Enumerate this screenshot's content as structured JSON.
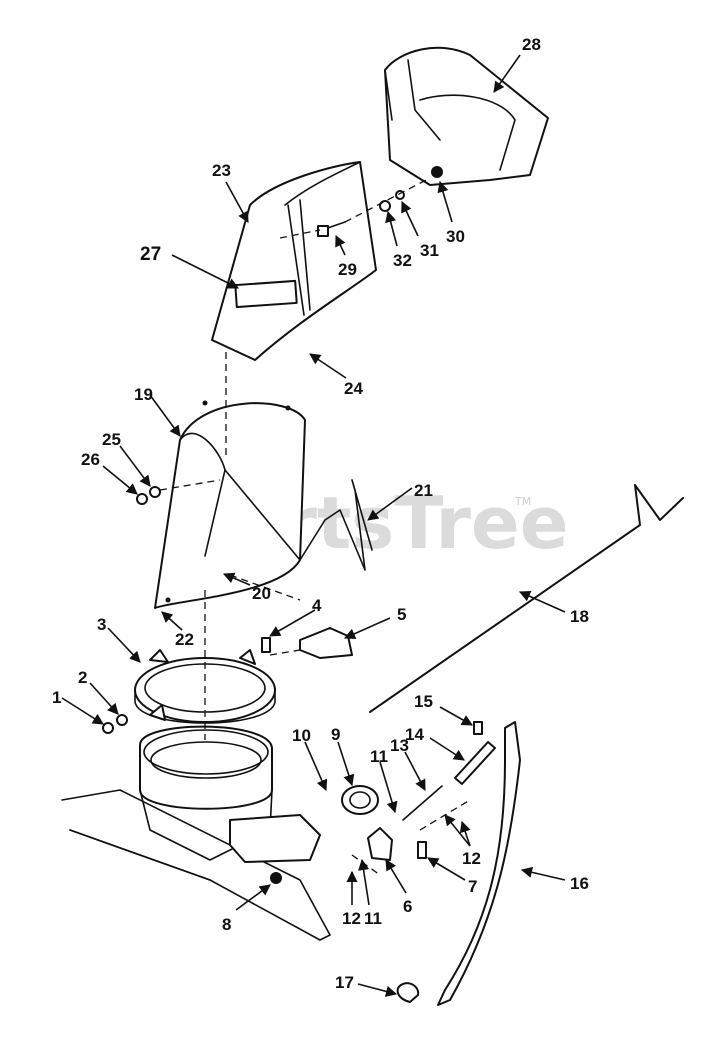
{
  "watermark": {
    "text": "PartsTree",
    "trademark": "TM"
  },
  "callouts": {
    "n1": "1",
    "n2": "2",
    "n3": "3",
    "n4": "4",
    "n5": "5",
    "n6": "6",
    "n7": "7",
    "n8": "8",
    "n9": "9",
    "n10": "10",
    "n11a": "11",
    "n11b": "11",
    "n12a": "12",
    "n12b": "12",
    "n13": "13",
    "n14": "14",
    "n15": "15",
    "n16": "16",
    "n17": "17",
    "n18": "18",
    "n19": "19",
    "n20": "20",
    "n21": "21",
    "n22": "22",
    "n23": "23",
    "n24": "24",
    "n25": "25",
    "n26": "26",
    "n27": "27",
    "n28": "28",
    "n29": "29",
    "n30": "30",
    "n31": "31",
    "n32": "32"
  },
  "colors": {
    "ink": "#111111",
    "paper": "#ffffff",
    "watermark": "#cfcfcf"
  }
}
